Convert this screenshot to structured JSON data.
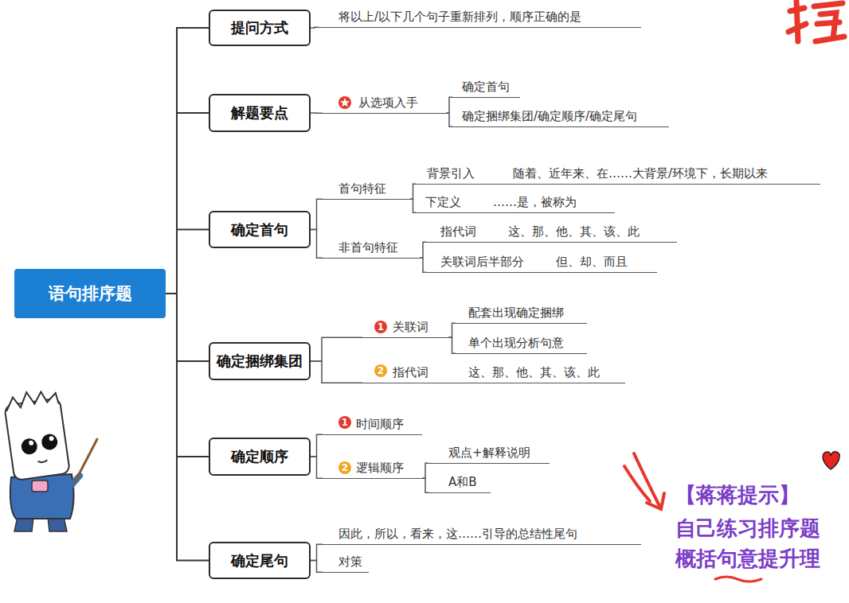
{
  "diagram": {
    "nodes": [
      {
        "text": [
          "语句排序题"
        ]
      },
      {
        "text": [
          "提问方式"
        ]
      },
      {
        "text": [
          "将以上/以下几个句子重新排列，顺序正确的是"
        ]
      },
      {
        "text": [
          "解题要点"
        ]
      },
      {
        "text": [
          "从选项入手"
        ]
      },
      {
        "text": [
          "确定首句"
        ]
      },
      {
        "text": [
          "确定捆绑集团/确定顺序/确定尾句"
        ]
      },
      {
        "text": [
          "确定首句"
        ]
      },
      {
        "text": [
          "首句特征"
        ]
      },
      {
        "text": [
          "背景引入",
          "随着、近年来、在……大背景/环境下，长期以来"
        ]
      },
      {
        "text": [
          "下定义",
          "……是，被称为"
        ]
      },
      {
        "text": [
          "非首句特征"
        ]
      },
      {
        "text": [
          "指代词",
          "这、那、他、其、该、此"
        ]
      },
      {
        "text": [
          "关联词后半部分",
          "但、却、而且"
        ]
      },
      {
        "text": [
          "确定捆绑集团"
        ]
      },
      {
        "text": [
          "关联词"
        ]
      },
      {
        "text": [
          "配套出现确定捆绑"
        ]
      },
      {
        "text": [
          "单个出现分析句意"
        ]
      },
      {
        "text": [
          "指代词",
          "这、那、他、其、该、此"
        ]
      },
      {
        "text": [
          "确定顺序"
        ]
      },
      {
        "text": [
          "时间顺序"
        ]
      },
      {
        "text": [
          "逻辑顺序"
        ]
      },
      {
        "text": [
          "观点+解释说明"
        ]
      },
      {
        "text": [
          "A和B"
        ]
      },
      {
        "text": [
          "确定尾句"
        ]
      },
      {
        "text": [
          "因此，所以，看来，这……引导的总结性尾句"
        ]
      },
      {
        "text": [
          "对策"
        ]
      }
    ],
    "edges": [
      {
        "from": 0,
        "to": 1,
        "arrow": "none"
      },
      {
        "from": 0,
        "to": 3,
        "arrow": "none"
      },
      {
        "from": 0,
        "to": 7,
        "arrow": "none"
      },
      {
        "from": 0,
        "to": 14,
        "arrow": "none"
      },
      {
        "from": 0,
        "to": 19,
        "arrow": "none"
      },
      {
        "from": 0,
        "to": 24,
        "arrow": "none"
      },
      {
        "from": 1,
        "to": 2,
        "arrow": "none"
      },
      {
        "from": 3,
        "to": 4,
        "arrow": "none"
      },
      {
        "from": 4,
        "to": 5,
        "arrow": "none"
      },
      {
        "from": 4,
        "to": 6,
        "arrow": "none"
      },
      {
        "from": 7,
        "to": 8,
        "arrow": "none"
      },
      {
        "from": 7,
        "to": 11,
        "arrow": "none"
      },
      {
        "from": 8,
        "to": 9,
        "arrow": "none"
      },
      {
        "from": 8,
        "to": 10,
        "arrow": "none"
      },
      {
        "from": 11,
        "to": 12,
        "arrow": "none"
      },
      {
        "from": 11,
        "to": 13,
        "arrow": "none"
      },
      {
        "from": 14,
        "to": 15,
        "arrow": "none"
      },
      {
        "from": 14,
        "to": 18,
        "arrow": "none"
      },
      {
        "from": 15,
        "to": 16,
        "arrow": "none"
      },
      {
        "from": 15,
        "to": 17,
        "arrow": "none"
      },
      {
        "from": 19,
        "to": 20,
        "arrow": "none"
      },
      {
        "from": 19,
        "to": 21,
        "arrow": "none"
      },
      {
        "from": 21,
        "to": 22,
        "arrow": "none"
      },
      {
        "from": 21,
        "to": 23,
        "arrow": "none"
      },
      {
        "from": 24,
        "to": 25,
        "arrow": "none"
      },
      {
        "from": 24,
        "to": 26,
        "arrow": "none"
      }
    ],
    "labels": [
      "1",
      "2",
      "1",
      "2",
      "【蒋蒋提示】",
      "自己练习排序题",
      "概括句意提升理"
    ]
  }
}
